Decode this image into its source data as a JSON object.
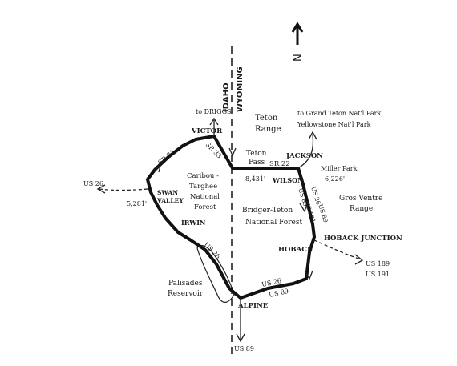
{
  "map": {
    "north_label": "N",
    "state_left": "IDAHO",
    "state_right": "WYOMING",
    "places": {
      "victor": "VICTOR",
      "to_driggs": "to DRIGGS",
      "teton_range_1": "Teton",
      "teton_range_2": "Range",
      "jackson": "JACKSON",
      "to_parks_1": "to Grand Teton Nat'l Park",
      "to_parks_2": "Yellowstone Nat'l Park",
      "miller_park_1": "Miller Park",
      "miller_park_2": "6,226'",
      "teton_pass_1": "Teton",
      "teton_pass_2": "Pass",
      "teton_pass_elev": "8,431'",
      "wilson": "WILSON",
      "caribou_1": "Caribou -",
      "caribou_2": "Targhee",
      "caribou_3": "National",
      "caribou_4": "Forest",
      "swan_valley_1": "SWAN",
      "swan_valley_2": "VALLEY",
      "swan_elev": "5,281'",
      "irwin": "IRWIN",
      "bridger_1": "Bridger-Teton",
      "bridger_2": "National Forest",
      "gros_ventre_1": "Gros Ventre",
      "gros_ventre_2": "Range",
      "hoback_junction": "HOBACK JUNCTION",
      "hoback": "HOBACK",
      "palisades_1": "Palisades",
      "palisades_2": "Reservoir",
      "alpine": "ALPINE"
    },
    "roads": {
      "us26_west": "US 26",
      "sr31": "SR 31",
      "sr33": "SR 33",
      "sr22": "SR 22",
      "us26_irwin": "US 26",
      "us89_191_a": "US 89",
      "us89_191_b": "US 191",
      "us26_89_jct_a": "US 26",
      "us26_89_jct_b": "US 89",
      "us189_191_a": "US 189",
      "us189_191_b": "US 191",
      "us26_alpine": "US 26",
      "us89_alpine": "US 89",
      "us89_south": "US 89"
    }
  }
}
